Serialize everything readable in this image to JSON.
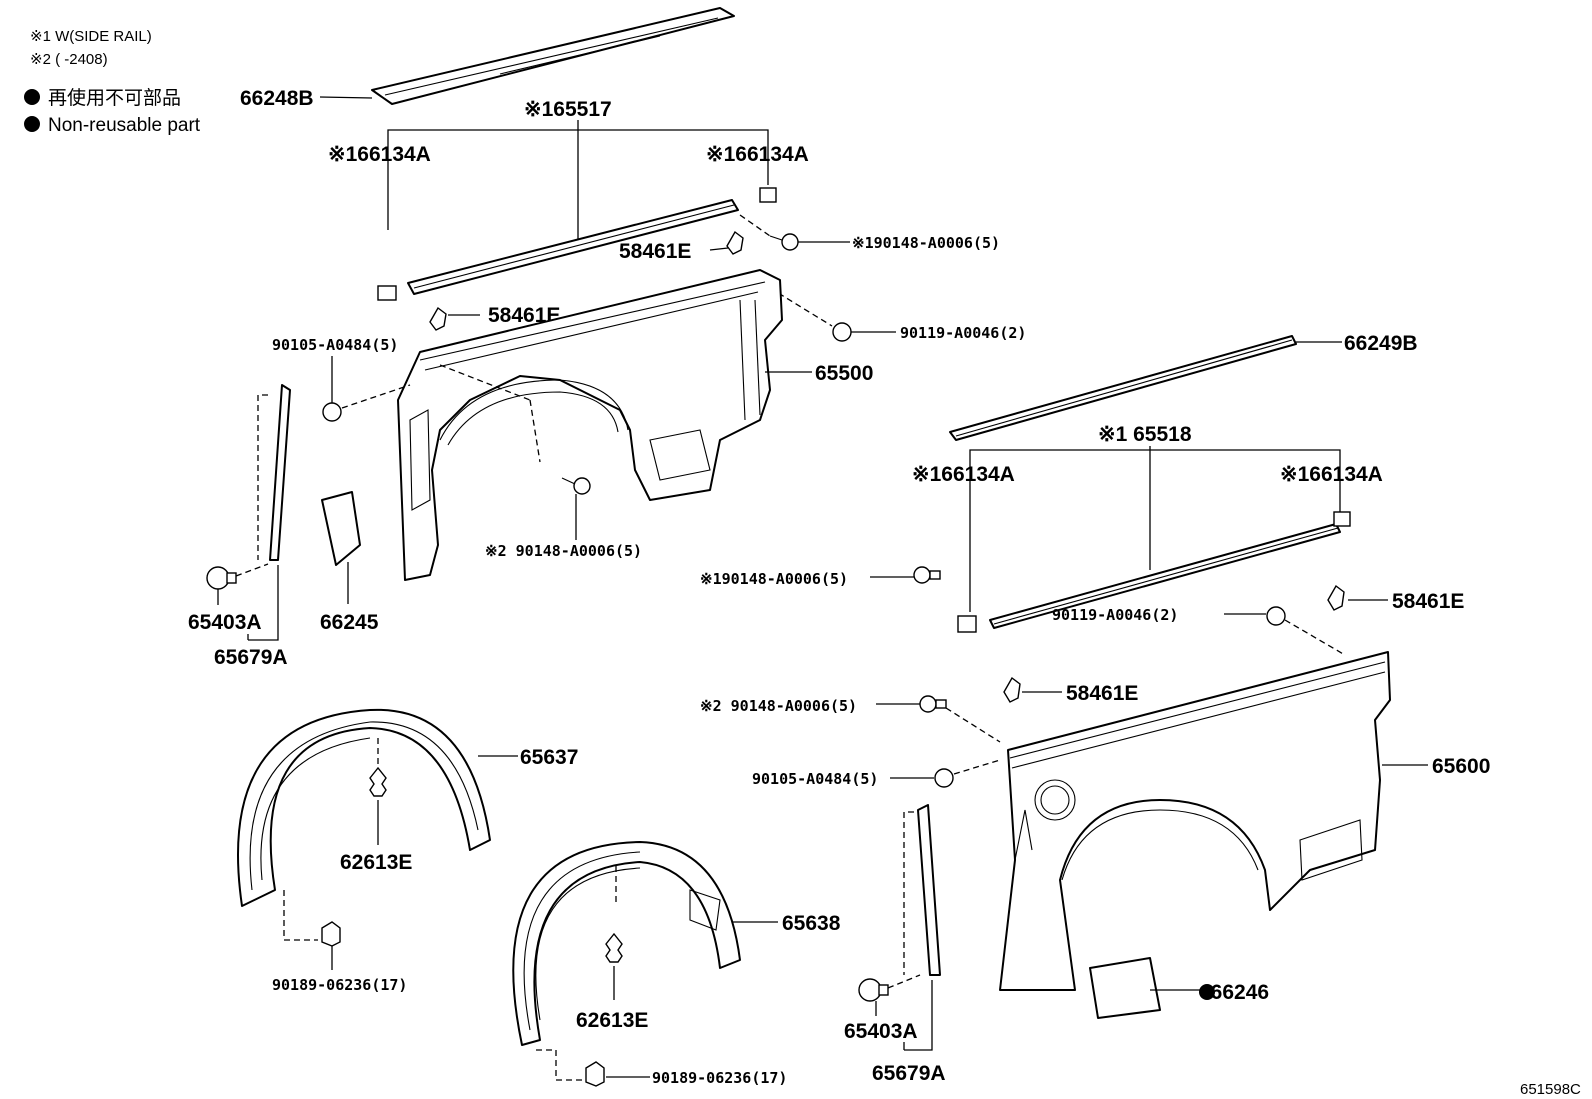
{
  "notes": {
    "note1": "※1 W(SIDE RAIL)",
    "note2": "※2 (      -2408)"
  },
  "legend": {
    "jp": "再使用不可部品",
    "en": "Non-reusable part"
  },
  "diagram_code": "651598C",
  "callouts": {
    "p66248B": "66248B",
    "p65517": "※165517",
    "p66134A_l1": "※166134A",
    "p66134A_r1": "※166134A",
    "p58461E_a": "58461E",
    "p58461E_b": "58461E",
    "p90148_t": "※190148-A0006(5)",
    "p90119_t": "90119-A0046(2)",
    "p90105_t": "90105-A0484(5)",
    "p65500": "65500",
    "p90148_m": "※2 90148-A0006(5)",
    "p65403A_l": "65403A",
    "p65679A_l": "65679A",
    "p66245": "66245",
    "p66249B": "66249B",
    "p65518": "※1 65518",
    "p66134A_l2": "※166134A",
    "p66134A_r2": "※166134A",
    "p90148_r1": "※190148-A0006(5)",
    "p58461E_c": "58461E",
    "p90119_r": "90119-A0046(2)",
    "p90148_r2": "※2 90148-A0006(5)",
    "p58461E_d": "58461E",
    "p90105_r": "90105-A0484(5)",
    "p65600": "65600",
    "p65637": "65637",
    "p62613E_a": "62613E",
    "p90189_a": "90189-06236(17)",
    "p65638": "65638",
    "p62613E_b": "62613E",
    "p90189_b": "90189-06236(17)",
    "p65403A_r": "65403A",
    "p65679A_r": "65679A",
    "p66246": "●66246"
  }
}
